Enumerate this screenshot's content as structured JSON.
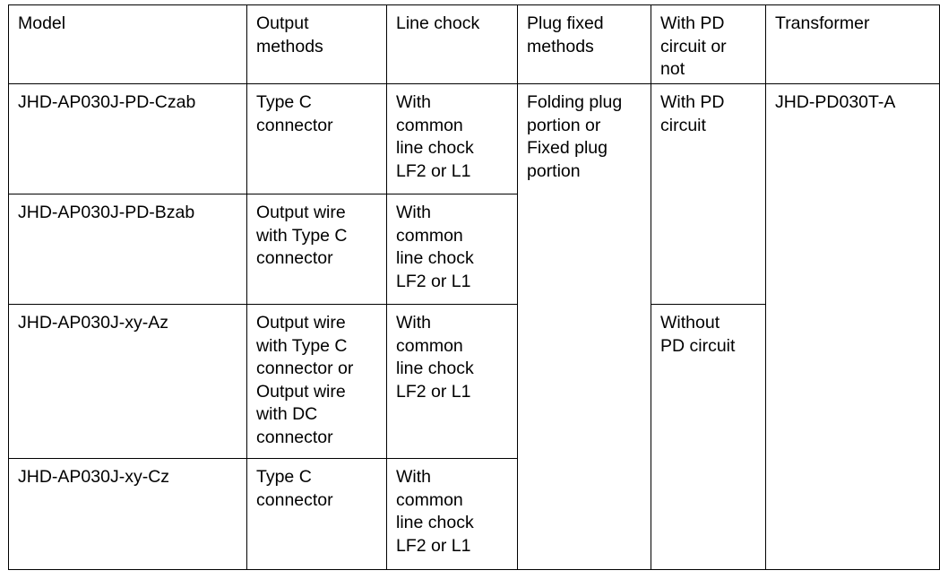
{
  "table": {
    "columns": [
      {
        "key": "model",
        "header": "Model"
      },
      {
        "key": "output",
        "header": "Output\nmethods"
      },
      {
        "key": "chock",
        "header": "Line chock"
      },
      {
        "key": "plug",
        "header": "Plug fixed\nmethods"
      },
      {
        "key": "pd",
        "header": "With PD\ncircuit or\nnot"
      },
      {
        "key": "transformer",
        "header": "Transformer"
      }
    ],
    "rows": [
      {
        "model": "JHD-AP030J-PD-Czab",
        "output": "Type C\nconnector",
        "chock": "With\ncommon\nline chock\nLF2 or L1",
        "plug": "Folding plug\nportion or\nFixed plug\nportion",
        "pd": "With PD\ncircuit",
        "transformer": "JHD-PD030T-A"
      },
      {
        "model": "JHD-AP030J-PD-Bzab",
        "output": "Output wire\nwith Type C\nconnector",
        "chock": "With\ncommon\nline chock\nLF2 or L1"
      },
      {
        "model": "JHD-AP030J-xy-Az",
        "output": "Output wire\nwith Type C\nconnector or\nOutput wire\nwith DC\nconnector",
        "chock": "With\ncommon\nline chock\nLF2 or L1",
        "pd": "Without\nPD circuit"
      },
      {
        "model": "JHD-AP030J-xy-Cz",
        "output": "Type C\nconnector",
        "chock": "With\ncommon\nline chock\nLF2 or L1"
      }
    ],
    "colors": {
      "border": "#000000",
      "text": "#000000",
      "background": "#ffffff"
    }
  }
}
